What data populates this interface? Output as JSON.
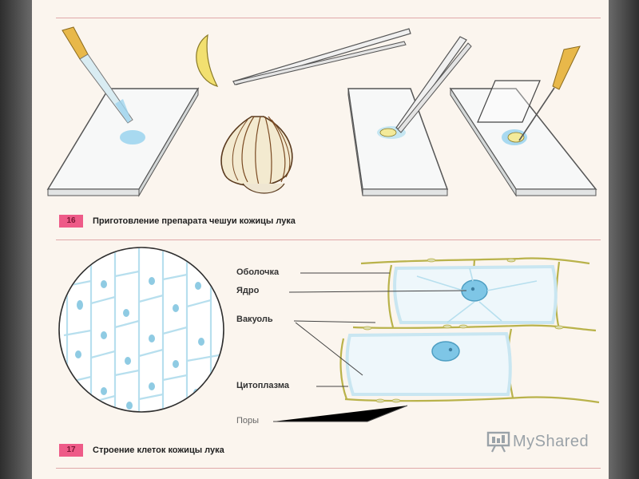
{
  "figures": [
    {
      "number": "16",
      "caption": "Приготовление препарата чешуи кожицы лука"
    },
    {
      "number": "17",
      "caption": "Строение клеток кожицы лука"
    }
  ],
  "labels": {
    "membrane": "Оболочка",
    "nucleus": "Ядро",
    "vacuole": "Вакуоль",
    "cytoplasm": "Цитоплазма",
    "pores": "Поры"
  },
  "watermark": {
    "text": "MyShared"
  },
  "colors": {
    "accent_pink": "#ee5b88",
    "rule": "#e0a9a9",
    "cell_wall": "#b9b24a",
    "nucleus": "#7ec6e6"
  }
}
